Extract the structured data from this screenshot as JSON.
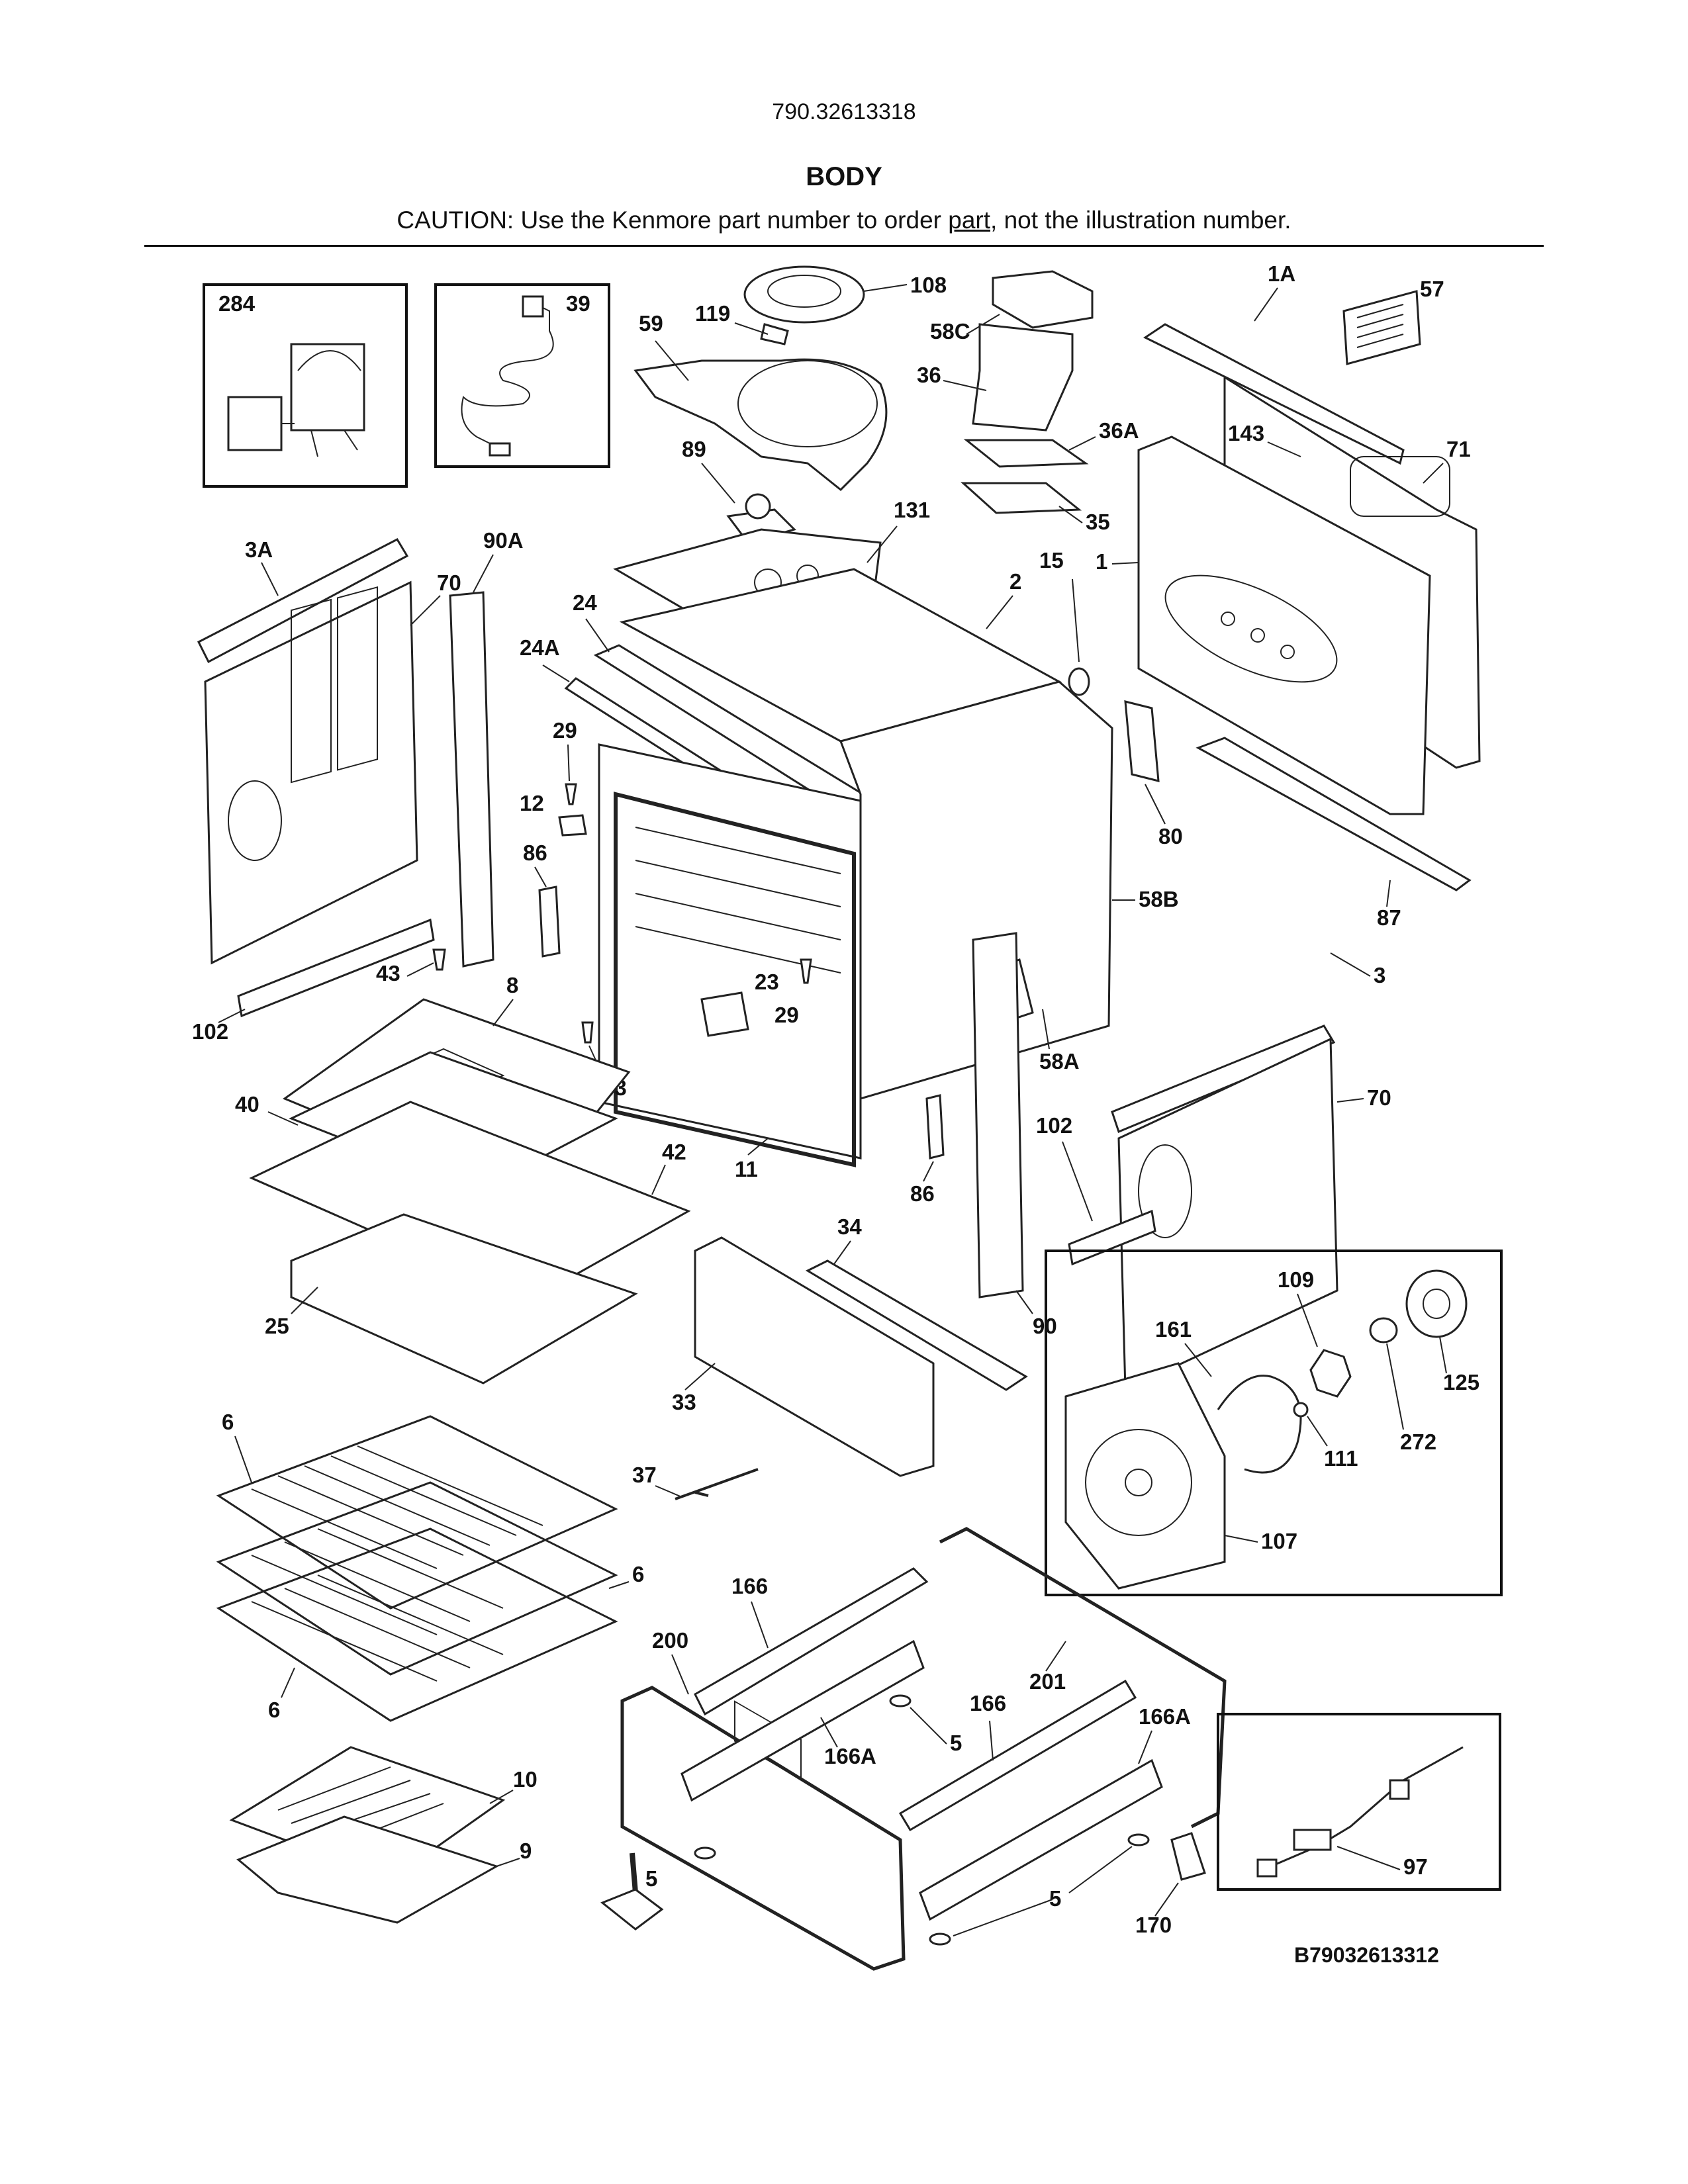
{
  "header": {
    "model_number": "790.32613318",
    "section_title": "BODY",
    "caution_prefix": "CAUTION: Use the Kenmore part number to order ",
    "caution_link": "part",
    "caution_suffix": ", not the illustration number."
  },
  "diagram_code": "B79032613312",
  "callouts": {
    "c284": "284",
    "c39": "39",
    "c108": "108",
    "c119": "119",
    "c59": "59",
    "c58C": "58C",
    "c36": "36",
    "c1A": "1A",
    "c57": "57",
    "c36A": "36A",
    "c143": "143",
    "c71": "71",
    "c89": "89",
    "c131": "131",
    "c35": "35",
    "c3A": "3A",
    "c90A": "90A",
    "c70a": "70",
    "c2": "2",
    "c15": "15",
    "c1": "1",
    "c24": "24",
    "c24A": "24A",
    "c29a": "29",
    "c12": "12",
    "c86a": "86",
    "c80": "80",
    "c58B": "58B",
    "c87": "87",
    "c43a": "43",
    "c8": "8",
    "c23": "23",
    "c29b": "29",
    "c3": "3",
    "c102a": "102",
    "c58A": "58A",
    "c43b": "43",
    "c40": "40",
    "c42": "42",
    "c11": "11",
    "c70b": "70",
    "c102b": "102",
    "c86b": "86",
    "c25": "25",
    "c34": "34",
    "c90": "90",
    "c109": "109",
    "c161": "161",
    "c125": "125",
    "c33": "33",
    "c111": "111",
    "c272": "272",
    "c6a": "6",
    "c37": "37",
    "c107": "107",
    "c6b": "6",
    "c166a": "166",
    "c200": "200",
    "c201": "201",
    "c6c": "6",
    "c166b": "166",
    "c5a": "5",
    "c166Aa": "166A",
    "c166Ab": "166A",
    "c10": "10",
    "c9": "9",
    "c97": "97",
    "c5b": "5",
    "c5c": "5",
    "c170": "170"
  }
}
